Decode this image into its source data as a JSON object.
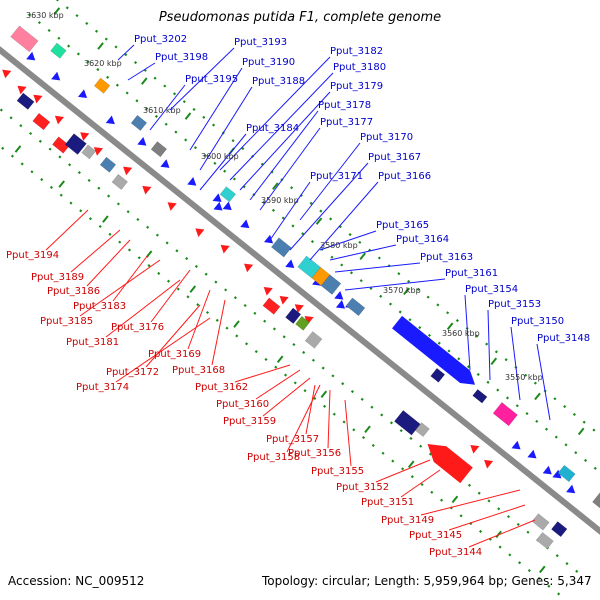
{
  "title": "Pseudomonas putida F1, complete genome",
  "accession": "Accession: NC_009512",
  "summary": "Topology: circular; Length: 5,959,964 bp; Genes: 5,347",
  "ruler_labels": [
    "3630 kbp",
    "3620 kbp",
    "3610 kbp",
    "3600 kbp",
    "3590 kbp",
    "3580 kbp",
    "3570 kbp",
    "3560 kbp",
    "3550 kbp"
  ],
  "forward_strand_labels": [
    "Pput_3202",
    "Pput_3198",
    "Pput_3195",
    "Pput_3193",
    "Pput_3190",
    "Pput_3188",
    "Pput_3184",
    "Pput_3182",
    "Pput_3180",
    "Pput_3179",
    "Pput_3178",
    "Pput_3177",
    "Pput_3170",
    "Pput_3171",
    "Pput_3167",
    "Pput_3166",
    "Pput_3165",
    "Pput_3164",
    "Pput_3163",
    "Pput_3161",
    "Pput_3154",
    "Pput_3153",
    "Pput_3150",
    "Pput_3148"
  ],
  "reverse_strand_labels": [
    "Pput_3194",
    "Pput_3189",
    "Pput_3186",
    "Pput_3183",
    "Pput_3185",
    "Pput_3176",
    "Pput_3181",
    "Pput_3169",
    "Pput_3172",
    "Pput_3168",
    "Pput_3174",
    "Pput_3162",
    "Pput_3160",
    "Pput_3159",
    "Pput_3157",
    "Pput_3158",
    "Pput_3156",
    "Pput_3155",
    "Pput_3152",
    "Pput_3151",
    "Pput_3149",
    "Pput_3145",
    "Pput_3144"
  ],
  "colors": {
    "backbone": "#8a8a8a",
    "forward": "#1a1aff",
    "reverse": "#ff1a1a",
    "forward_label": "#0000cc",
    "reverse_label": "#cc0000",
    "tick": "#1a8a1a",
    "ruler_text": "#333333"
  },
  "feature_colors": [
    "#ff7f9f",
    "#20e0a0",
    "#ff9900",
    "#4a7fb0",
    "#30d0d0",
    "#7f7f7f",
    "#ff20a0",
    "#1a1a7f",
    "#20b0d0",
    "#60a020",
    "#ff2020",
    "#aaaaaa"
  ]
}
